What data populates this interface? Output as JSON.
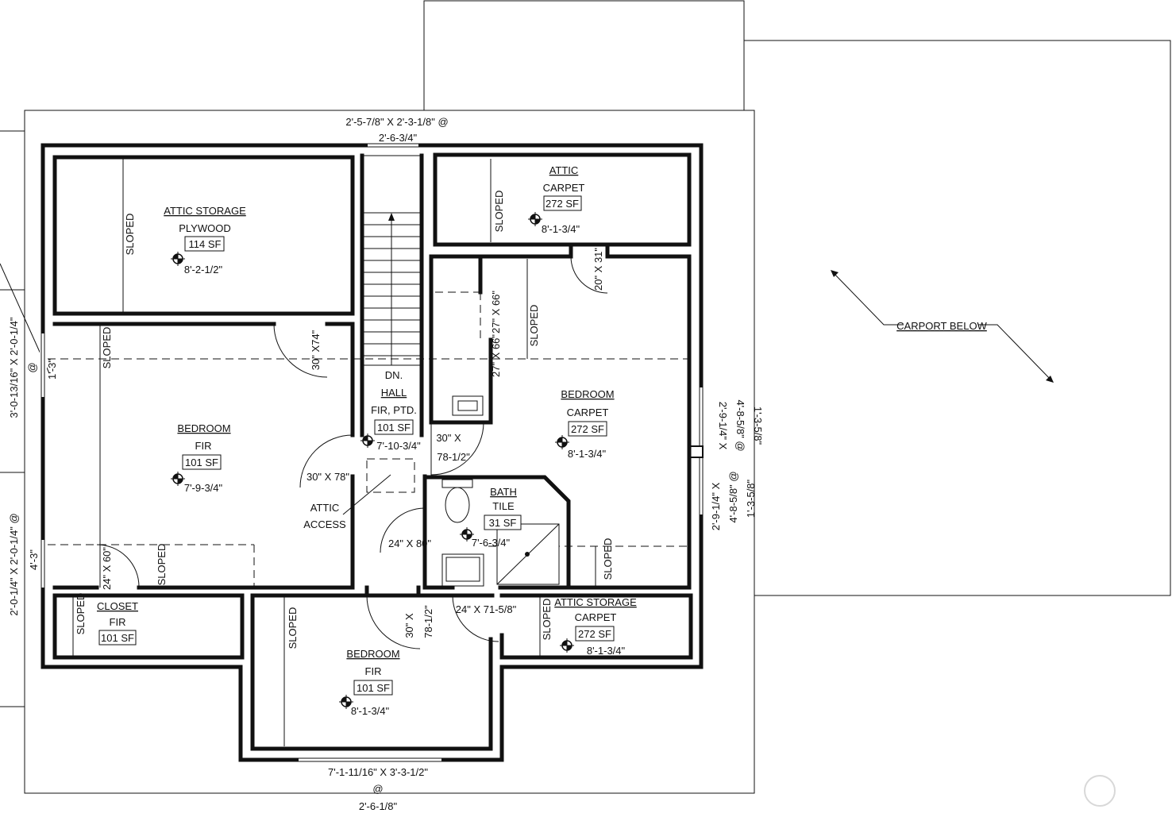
{
  "rooms": {
    "attic_storage_nw": {
      "name": "ATTIC STORAGE",
      "material": "PLYWOOD",
      "area": "114 SF",
      "height": "8'-2-1/2\""
    },
    "attic_ne": {
      "name": "ATTIC",
      "material": "CARPET",
      "area": "272 SF",
      "height": "8'-1-3/4\""
    },
    "bedroom_w": {
      "name": "BEDROOM",
      "material": "FIR",
      "area": "101 SF",
      "height": "7'-9-3/4\""
    },
    "hall": {
      "name1": "DN.",
      "name": "HALL",
      "material": "FIR, PTD.",
      "area": "101 SF",
      "height": "7'-10-3/4\""
    },
    "bedroom_e": {
      "name": "BEDROOM",
      "material": "CARPET",
      "area": "272 SF",
      "height": "8'-1-3/4\""
    },
    "bath": {
      "name": "BATH",
      "material": "TILE",
      "area": "31 SF",
      "height": "7'-6-3/4\""
    },
    "closet": {
      "name": "CLOSET",
      "material": "FIR",
      "area": "101 SF"
    },
    "bedroom_s": {
      "name": "BEDROOM",
      "material": "FIR",
      "area": "101 SF",
      "height": "8'-1-3/4\""
    },
    "attic_storage_se": {
      "name": "ATTIC STORAGE",
      "material": "CARPET",
      "area": "272 SF",
      "height": "8'-1-3/4\""
    }
  },
  "sloped_label": "SLOPED",
  "attic_access": {
    "line1": "ATTIC",
    "line2": "ACCESS"
  },
  "carport_label": "CARPORT BELOW",
  "doors": {
    "d1": "30\" X74\"",
    "d2": "20\" X 31\"",
    "d3": "30\" X 78\"",
    "d4a": "30\" X",
    "d4b": "78-1/2\"",
    "d5": "24\" X 80\"",
    "d6": "24\" X 60\"",
    "d7a": "30\" X",
    "d7b": "78-1/2\"",
    "d8": "24\" X 71-5/8\"",
    "closet_a": "27\" X 66\"",
    "closet_b": "27\" X 66\""
  },
  "windows": {
    "top_a": "2'-5-7/8\" X 2'-3-1/8\" @",
    "top_b": "2'-6-3/4\"",
    "bottom_a": "7'-1-11/16\" X 3'-3-1/2\"",
    "bottom_b": "@",
    "bottom_c": "2'-6-1/8\"",
    "left1_a": "3'-0-13/16\" X 2'-0-1/4\"",
    "left1_b": "@",
    "left1_c": "1'-3\"",
    "left2_a": "2'-0-1/4\" X 2'-0-1/4\" @",
    "left2_b": "4'-3\"",
    "right1_a": "2'-9-1/4\" X",
    "right1_b": "4'-8-5/8\" @",
    "right1_c": "1'-3-5/8\"",
    "right2_a": "2'-9-1/4\" X",
    "right2_b": "4'-8-5/8\" @",
    "right2_c": "1'-3-5/8\""
  }
}
